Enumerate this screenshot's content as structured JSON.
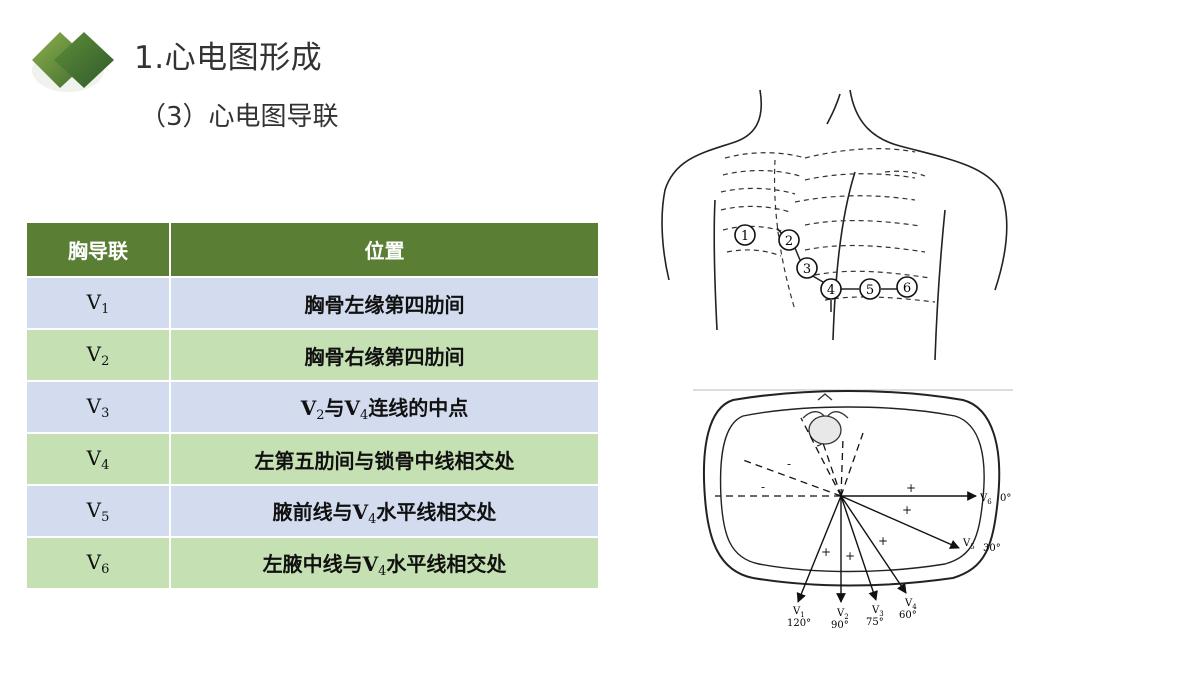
{
  "header": {
    "title": "1.心电图形成",
    "subtitle": "（3）心电图导联"
  },
  "table": {
    "headers": [
      "胸导联",
      "位置"
    ],
    "rows": [
      {
        "lead": "V",
        "lead_sub": "1",
        "position": [
          {
            "t": "胸骨左缘第四肋间"
          }
        ]
      },
      {
        "lead": "V",
        "lead_sub": "2",
        "position": [
          {
            "t": "胸骨右缘第四肋间"
          }
        ]
      },
      {
        "lead": "V",
        "lead_sub": "3",
        "position": [
          {
            "t": "V"
          },
          {
            "sub": "2"
          },
          {
            "t": "与V"
          },
          {
            "sub": "4"
          },
          {
            "t": "连线的中点"
          }
        ]
      },
      {
        "lead": "V",
        "lead_sub": "4",
        "position": [
          {
            "t": "左第五肋间与锁骨中线相交处"
          }
        ]
      },
      {
        "lead": "V",
        "lead_sub": "5",
        "position": [
          {
            "t": "腋前线与V"
          },
          {
            "sub": "4"
          },
          {
            "t": "水平线相交处"
          }
        ]
      },
      {
        "lead": "V",
        "lead_sub": "6",
        "position": [
          {
            "t": "左腋中线与V"
          },
          {
            "sub": "4"
          },
          {
            "t": "水平线相交处"
          }
        ]
      }
    ]
  },
  "torso_figure": {
    "electrodes": [
      "1",
      "2",
      "3",
      "4",
      "5",
      "6"
    ]
  },
  "cross_section_figure": {
    "signs": [
      "-",
      "-",
      "+",
      "+",
      "+",
      "+",
      "+"
    ],
    "leads": [
      {
        "name": "V",
        "sub": "6",
        "angle": "0°"
      },
      {
        "name": "V",
        "sub": "5",
        "angle": "30°"
      },
      {
        "name": "V",
        "sub": "4",
        "angle": "60°"
      },
      {
        "name": "V",
        "sub": "3",
        "angle": "75°"
      },
      {
        "name": "V",
        "sub": "2",
        "angle": "90°"
      },
      {
        "name": "V",
        "sub": "1",
        "angle": "120°"
      }
    ]
  },
  "colors": {
    "header_green": "#5b7e35",
    "row_blue": "#d3dcee",
    "row_green": "#c5e0b3"
  }
}
